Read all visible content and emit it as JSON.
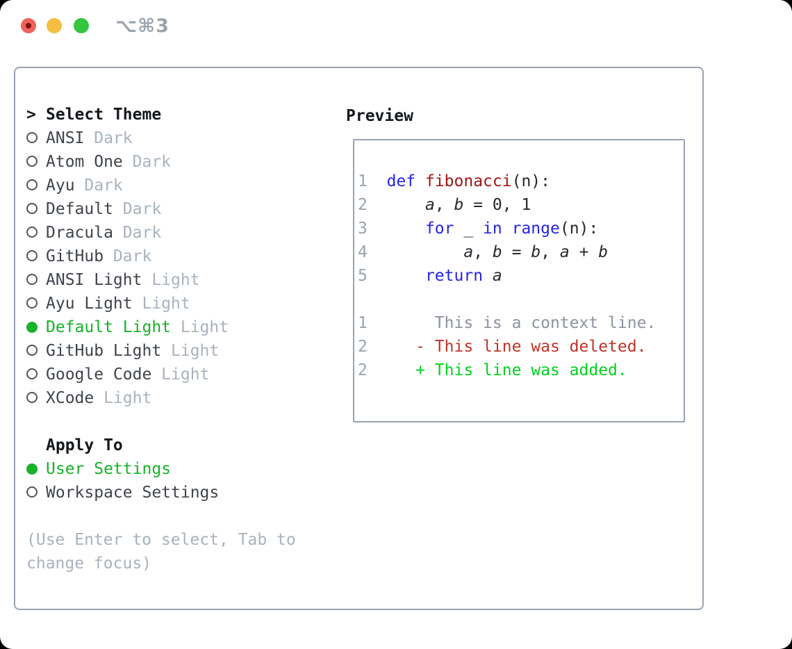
{
  "titlebar": {
    "shortcut": "⌥⌘3",
    "buttons": [
      "close",
      "minimize",
      "zoom"
    ]
  },
  "theme_panel": {
    "header": {
      "arrow": ">",
      "label": "Select Theme"
    },
    "items": [
      {
        "name": "ANSI",
        "variant": "Dark",
        "selected": false
      },
      {
        "name": "Atom One",
        "variant": "Dark",
        "selected": false
      },
      {
        "name": "Ayu",
        "variant": "Dark",
        "selected": false
      },
      {
        "name": "Default",
        "variant": "Dark",
        "selected": false
      },
      {
        "name": "Dracula",
        "variant": "Dark",
        "selected": false
      },
      {
        "name": "GitHub",
        "variant": "Dark",
        "selected": false
      },
      {
        "name": "ANSI Light",
        "variant": "Light",
        "selected": false
      },
      {
        "name": "Ayu Light",
        "variant": "Light",
        "selected": false
      },
      {
        "name": "Default Light",
        "variant": "Light",
        "selected": true
      },
      {
        "name": "GitHub Light",
        "variant": "Light",
        "selected": false
      },
      {
        "name": "Google Code",
        "variant": "Light",
        "selected": false
      },
      {
        "name": "XCode",
        "variant": "Light",
        "selected": false
      }
    ],
    "apply_header": "Apply To",
    "apply_items": [
      {
        "name": "User Settings",
        "selected": true
      },
      {
        "name": "Workspace Settings",
        "selected": false
      }
    ],
    "hint_lines": [
      "(Use Enter to select, Tab to",
      "change focus)"
    ]
  },
  "preview": {
    "title": "Preview",
    "lines": [
      {
        "segments": [
          {
            "t": "1",
            "c": "num"
          },
          {
            "t": "  ",
            "c": "p"
          },
          {
            "t": "def",
            "c": "kw"
          },
          {
            "t": " ",
            "c": "p"
          },
          {
            "t": "fibonacci",
            "c": "fn"
          },
          {
            "t": "(n):",
            "c": "p"
          }
        ]
      },
      {
        "segments": [
          {
            "t": "2",
            "c": "num"
          },
          {
            "t": "      ",
            "c": "p"
          },
          {
            "t": "a",
            "c": "var"
          },
          {
            "t": ", ",
            "c": "p"
          },
          {
            "t": "b",
            "c": "var"
          },
          {
            "t": " = 0, 1",
            "c": "p"
          }
        ]
      },
      {
        "segments": [
          {
            "t": "3",
            "c": "num"
          },
          {
            "t": "      ",
            "c": "p"
          },
          {
            "t": "for",
            "c": "kw"
          },
          {
            "t": " _ ",
            "c": "p"
          },
          {
            "t": "in",
            "c": "kw"
          },
          {
            "t": " ",
            "c": "p"
          },
          {
            "t": "range",
            "c": "kw"
          },
          {
            "t": "(n):",
            "c": "p"
          }
        ]
      },
      {
        "segments": [
          {
            "t": "4",
            "c": "num"
          },
          {
            "t": "          ",
            "c": "p"
          },
          {
            "t": "a",
            "c": "var"
          },
          {
            "t": ", ",
            "c": "p"
          },
          {
            "t": "b",
            "c": "var"
          },
          {
            "t": " = ",
            "c": "p"
          },
          {
            "t": "b",
            "c": "var"
          },
          {
            "t": ", ",
            "c": "p"
          },
          {
            "t": "a",
            "c": "var"
          },
          {
            "t": " + ",
            "c": "p"
          },
          {
            "t": "b",
            "c": "var"
          }
        ]
      },
      {
        "segments": [
          {
            "t": "5",
            "c": "num"
          },
          {
            "t": "      ",
            "c": "p"
          },
          {
            "t": "return",
            "c": "kw"
          },
          {
            "t": " ",
            "c": "p"
          },
          {
            "t": "a",
            "c": "var"
          }
        ]
      },
      {
        "segments": []
      },
      {
        "segments": [
          {
            "t": "1",
            "c": "num"
          },
          {
            "t": "       This is a context line.",
            "c": "ctx"
          }
        ]
      },
      {
        "segments": [
          {
            "t": "2",
            "c": "num"
          },
          {
            "t": "     ",
            "c": "p"
          },
          {
            "t": "- This line was deleted.",
            "c": "del"
          }
        ]
      },
      {
        "segments": [
          {
            "t": "2",
            "c": "num"
          },
          {
            "t": "     ",
            "c": "p"
          },
          {
            "t": "+ This line was added.",
            "c": "add"
          }
        ]
      }
    ]
  },
  "colors": {
    "accent_green": "#17b228",
    "diff_added_green": "#00d21e",
    "diff_deleted_red": "#c13327",
    "keyword_blue": "#2424e8",
    "function_red": "#a31515",
    "muted_gray": "#a9b2bd",
    "border_gray": "#9aa3ae"
  }
}
